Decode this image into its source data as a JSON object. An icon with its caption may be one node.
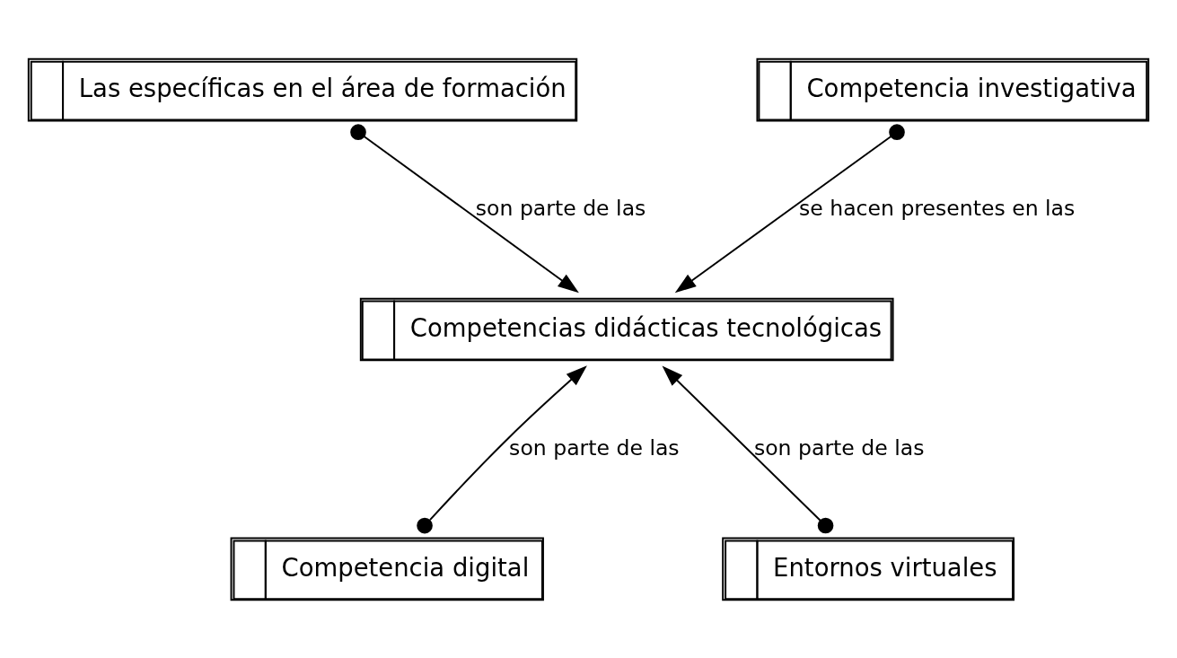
{
  "diagram": {
    "nodes": [
      {
        "text": [
          "Las específicas en el área de formación"
        ]
      },
      {
        "text": [
          "Competencia investigativa"
        ]
      },
      {
        "text": [
          "Competencias didácticas tecnológicas"
        ]
      },
      {
        "text": [
          "Competencia digital"
        ]
      },
      {
        "text": [
          "Entornos virtuales"
        ]
      }
    ],
    "edges": [
      {
        "from": 0,
        "to": 2,
        "arrow": "to",
        "label": "son parte de las"
      },
      {
        "from": 1,
        "to": 2,
        "arrow": "to",
        "label": "se hacen presentes en las"
      },
      {
        "from": 3,
        "to": 2,
        "arrow": "to",
        "label": "son parte de las"
      },
      {
        "from": 4,
        "to": 2,
        "arrow": "to",
        "label": "son parte de las"
      }
    ]
  }
}
